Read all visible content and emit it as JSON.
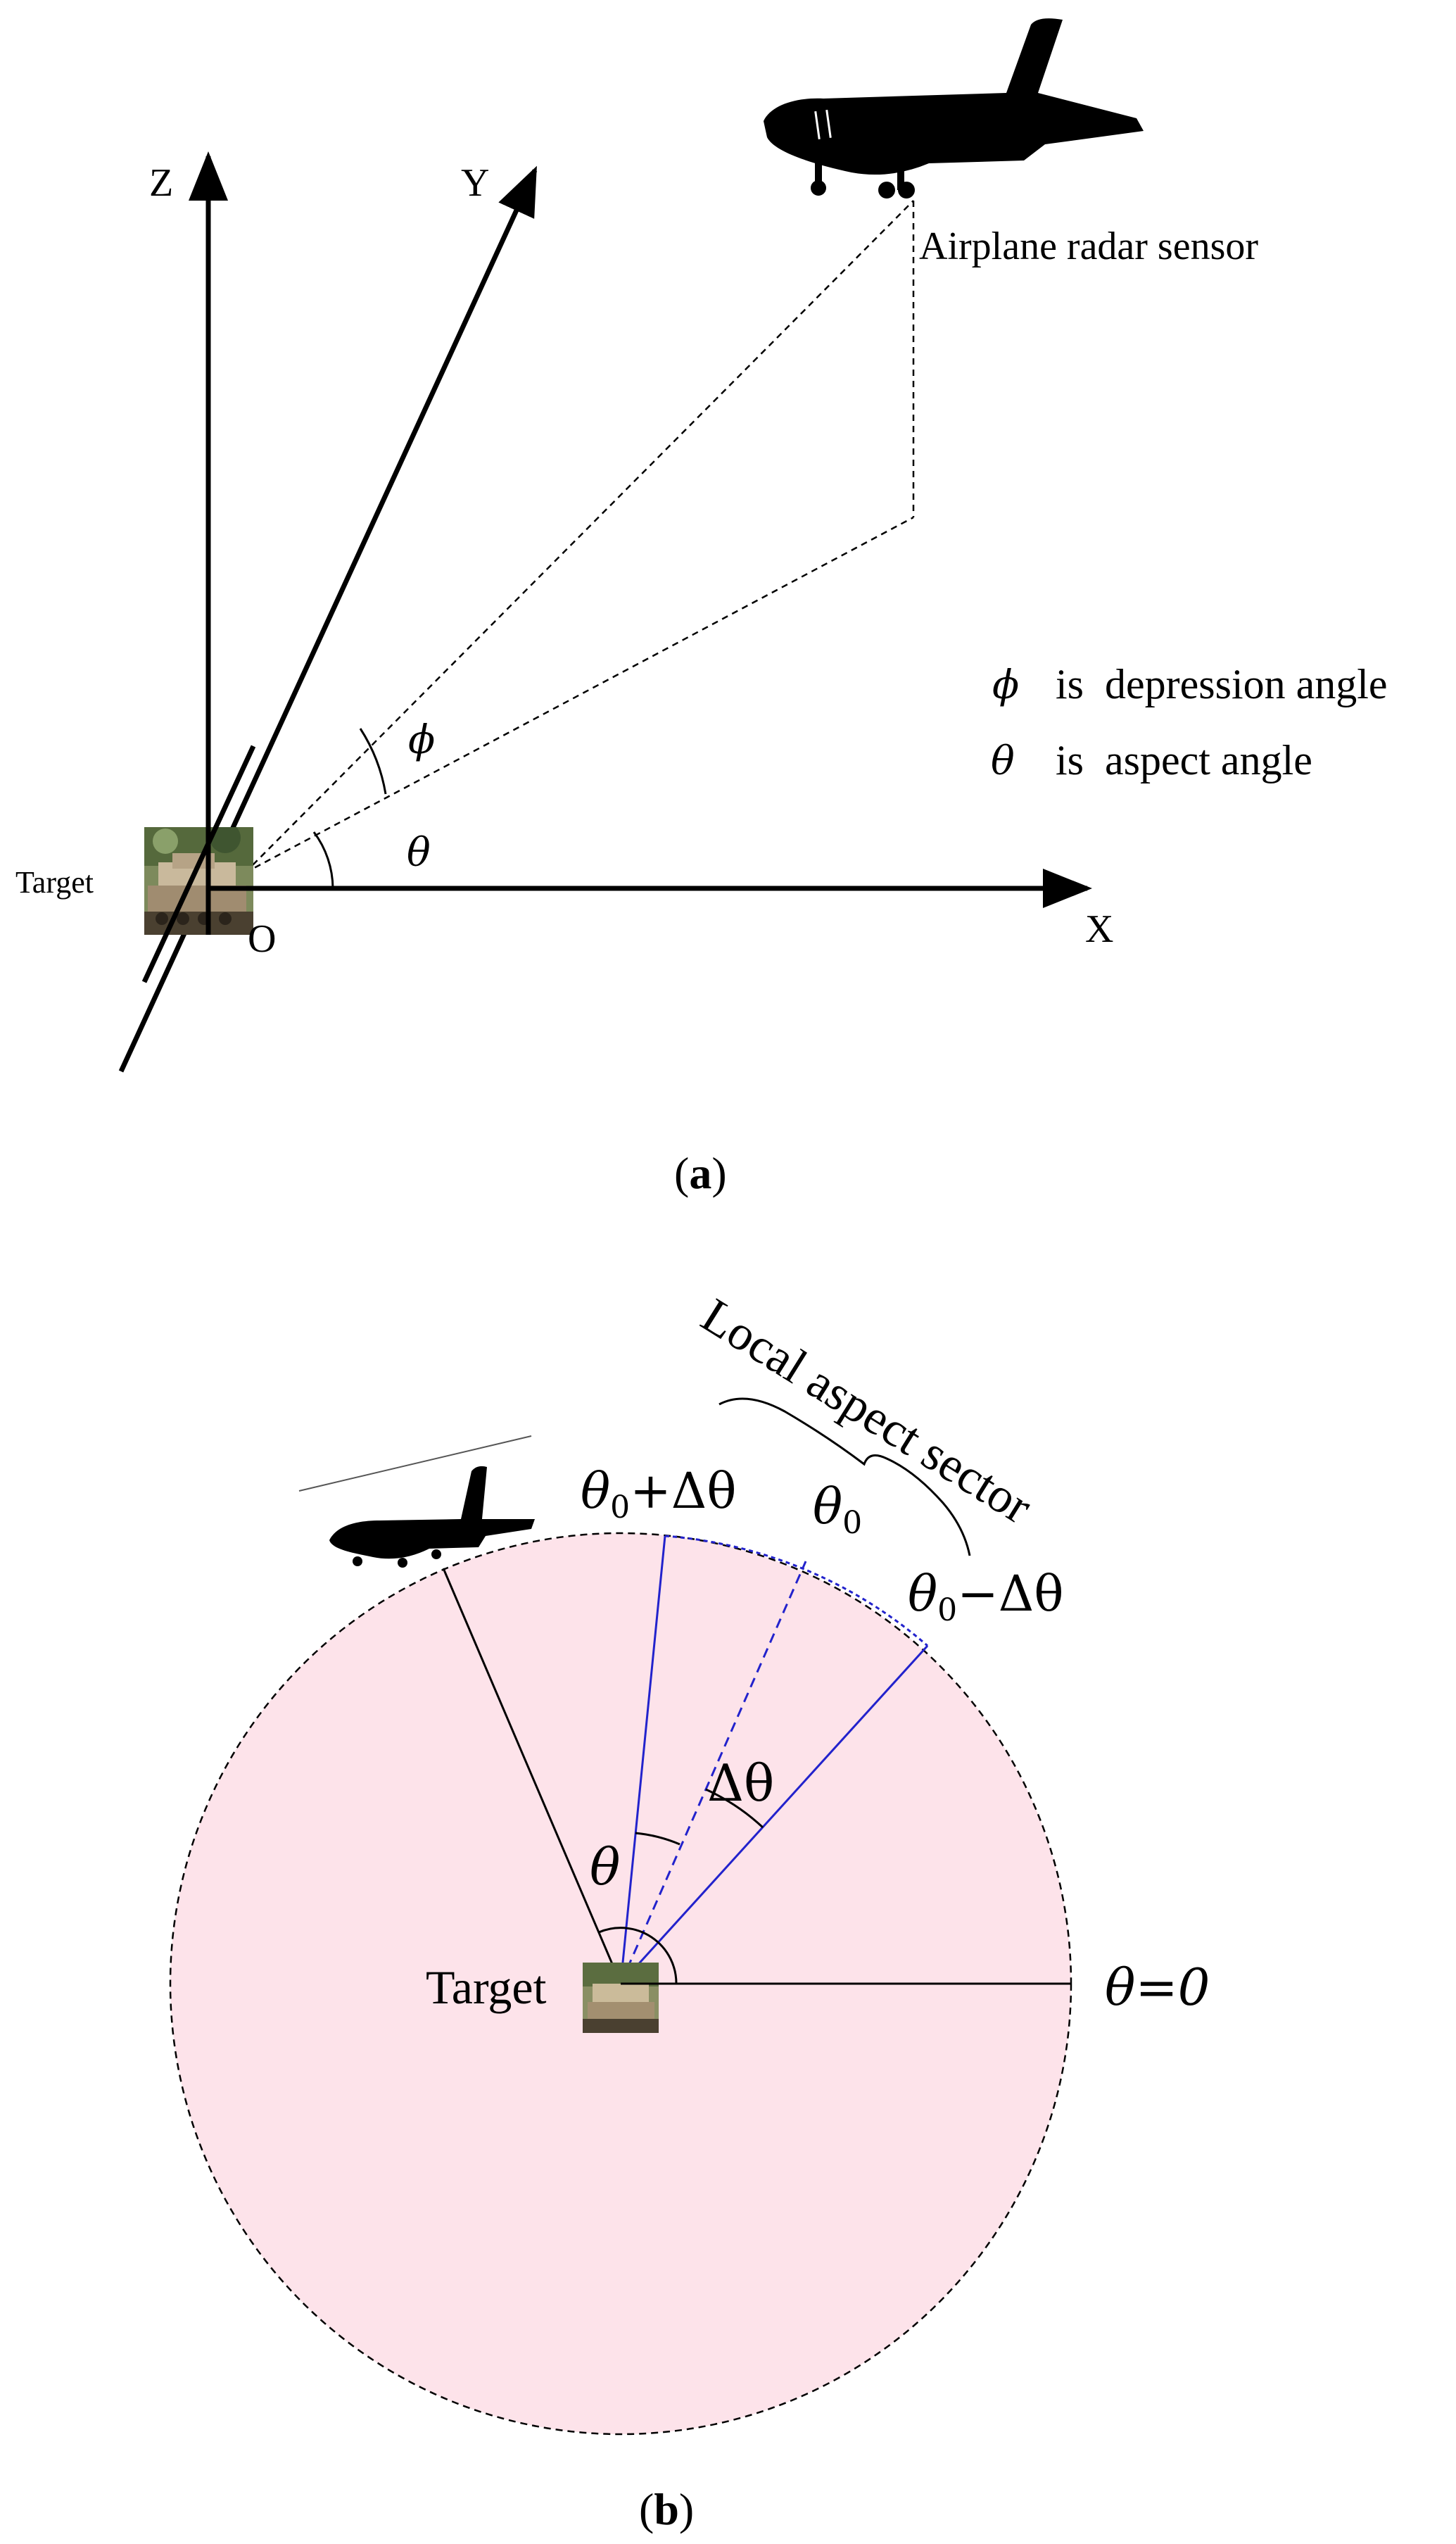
{
  "panel_a": {
    "axis_x": "X",
    "axis_y": "Y",
    "axis_z": "Z",
    "origin": "O",
    "target_label": "Target",
    "sensor_label": "Airplane radar sensor",
    "phi": "ϕ",
    "theta": "θ",
    "legend": [
      {
        "symbol": "ϕ",
        "text": "is  depression angle"
      },
      {
        "symbol": "θ",
        "text": "is  aspect angle"
      }
    ],
    "caption_open": "(",
    "caption_letter": "a",
    "caption_close": ")"
  },
  "panel_b": {
    "sector_label": "Local aspect sector",
    "theta0_plus": {
      "theta": "θ",
      "sub": "0",
      "rest": "+Δθ"
    },
    "theta0": {
      "theta": "θ",
      "sub": "0"
    },
    "theta0_minus": {
      "theta": "θ",
      "sub": "0",
      "rest": "−Δθ"
    },
    "delta_theta": "Δθ",
    "theta": "θ",
    "theta_zero": "θ=0",
    "target_label": "Target",
    "caption_open": "(",
    "caption_letter": "b",
    "caption_close": ")"
  },
  "colors": {
    "circle_fill": "#fde3ea",
    "sector_line": "#2222cc",
    "ink": "#000000"
  },
  "icons": [
    "airplane-icon",
    "tank-icon",
    "helicopter-icon"
  ]
}
